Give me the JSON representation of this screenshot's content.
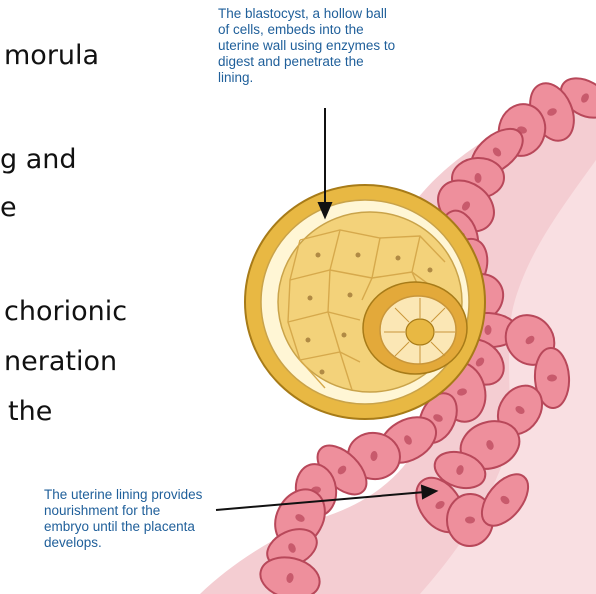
{
  "slide_text": [
    "morula",
    "g and",
    "e",
    "chorionic",
    "neration",
    "the"
  ],
  "callouts": {
    "top": {
      "lines": [
        "The blastocyst, a hollow ball",
        "of cells, embeds into the",
        "uterine wall using enzymes to",
        "digest and penetrate the",
        "lining."
      ],
      "color": "#1f5f9a"
    },
    "bottom": {
      "lines": [
        "The uterine lining provides",
        "nourishment for the",
        "embryo until the placenta",
        "develops."
      ],
      "color": "#1f5f9a"
    }
  },
  "colors": {
    "uterine_cells": "#ee8f9c",
    "cell_outline": "#b8485a",
    "stroma": "#f3c8cd",
    "blastocyst_gold": "#e6b540",
    "inner_cell_mass": "#f3d27a"
  }
}
